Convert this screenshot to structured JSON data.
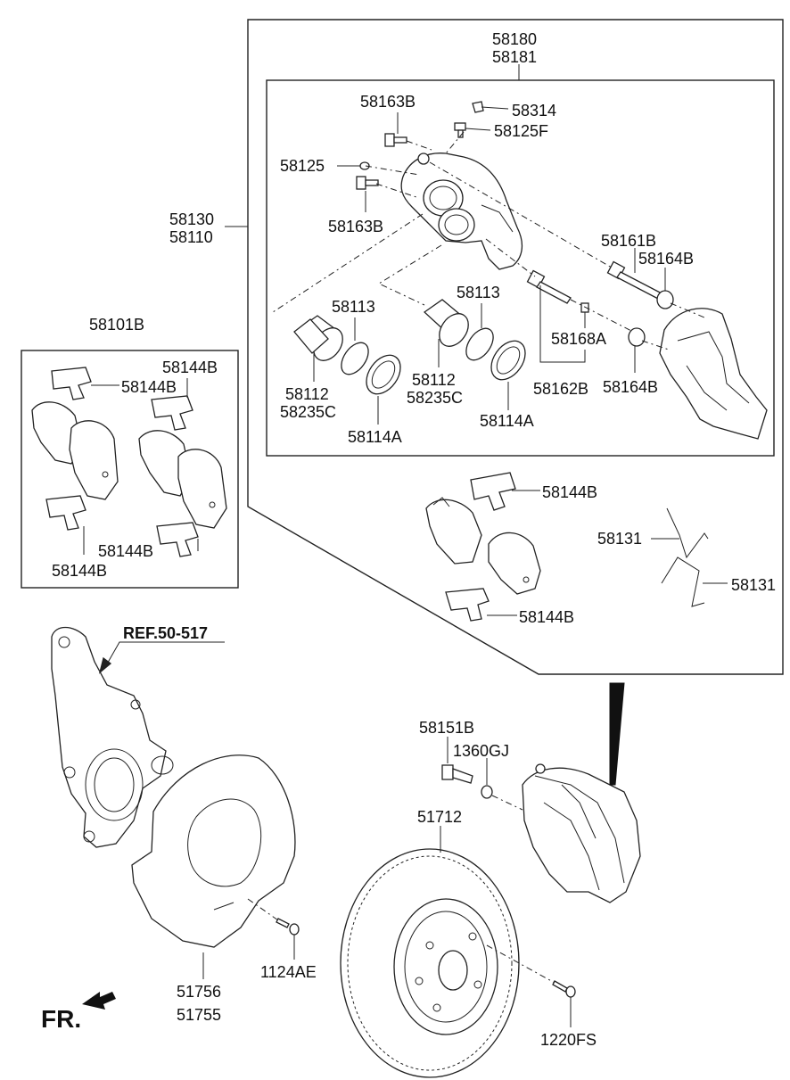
{
  "labels": {
    "l58180": "58180",
    "l58181": "58181",
    "l58163B_top": "58163B",
    "l58314": "58314",
    "l58125F": "58125F",
    "l58125": "58125",
    "l58163B_mid": "58163B",
    "l58130": "58130",
    "l58110": "58110",
    "l58161B": "58161B",
    "l58164B_top": "58164B",
    "l58113_left": "58113",
    "l58113_right": "58113",
    "l58168A": "58168A",
    "l58112_left": "58112",
    "l58235C_left": "58235C",
    "l58112_right": "58112",
    "l58235C_right": "58235C",
    "l58162B": "58162B",
    "l58164B_bot": "58164B",
    "l58114A_left": "58114A",
    "l58114A_right": "58114A",
    "l58101B": "58101B",
    "l58144B_a": "58144B",
    "l58144B_b": "58144B",
    "l58144B_c": "58144B",
    "l58144B_d": "58144B",
    "l58144B_e": "58144B",
    "l58144B_f": "58144B",
    "l58131_a": "58131",
    "l58131_b": "58131",
    "ref": "REF.50-517",
    "l58151B": "58151B",
    "l1360GJ": "1360GJ",
    "l51712": "51712",
    "l51756": "51756",
    "l51755": "51755",
    "l1124AE": "1124AE",
    "l1220FS": "1220FS",
    "fr": "FR."
  }
}
